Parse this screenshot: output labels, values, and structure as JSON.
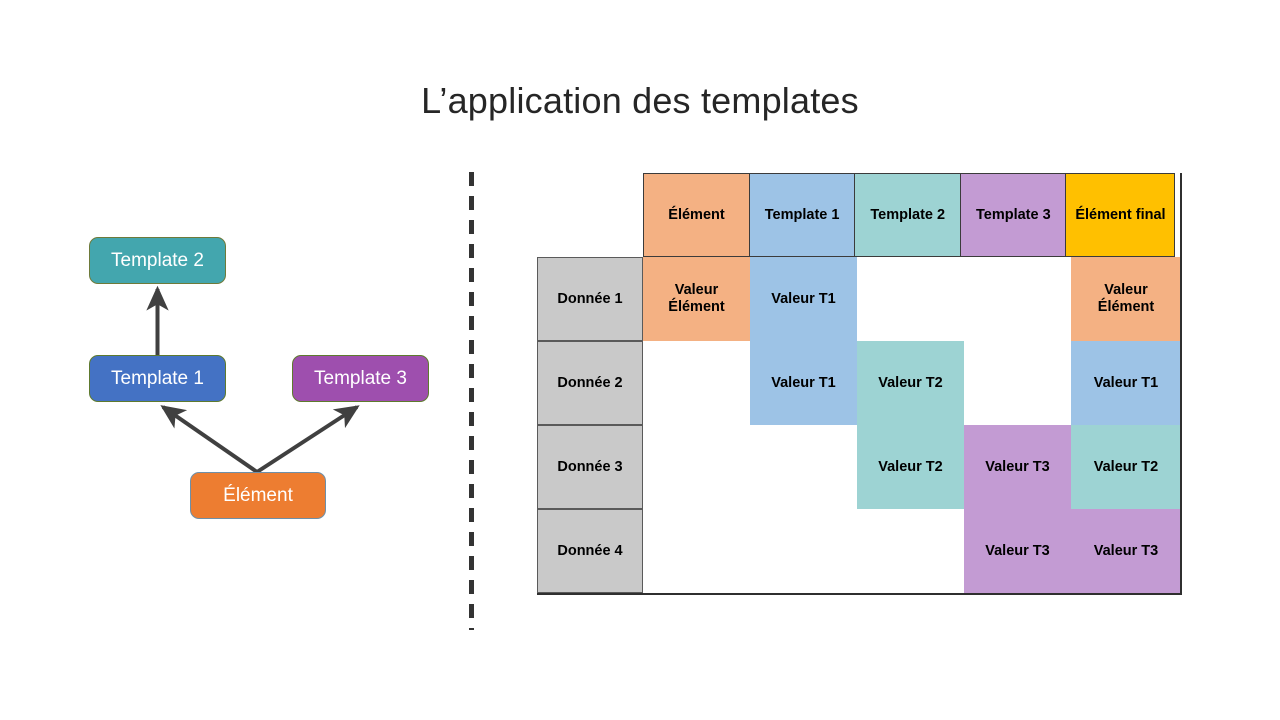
{
  "slide": {
    "title": "L’application des templates"
  },
  "diagram": {
    "name": "template-inheritance-diagram",
    "nodes": [
      {
        "id": "template-2",
        "label": "Template 2",
        "color": "#43A6AE"
      },
      {
        "id": "template-1",
        "label": "Template 1",
        "color": "#4472C4"
      },
      {
        "id": "template-3",
        "label": "Template 3",
        "color": "#9E4FAE"
      },
      {
        "id": "element",
        "label": "Élément",
        "color": "#ED7D31"
      }
    ],
    "edges": [
      {
        "from": "template-1",
        "to": "template-2"
      },
      {
        "from": "element",
        "to": "template-1"
      },
      {
        "from": "element",
        "to": "template-3"
      }
    ],
    "edge_color": "#404040"
  },
  "divider": {
    "style": "dashed-vertical",
    "color": "#333333"
  },
  "matrix": {
    "corner_label": "",
    "columns": [
      {
        "key": "element",
        "label": "Élément",
        "header_color": "#F4B183",
        "cell_color": "#F4B183"
      },
      {
        "key": "t1",
        "label": "Template 1",
        "header_color": "#9DC3E6",
        "cell_color": "#9DC3E6"
      },
      {
        "key": "t2",
        "label": "Template 2",
        "header_color": "#9DD3D3",
        "cell_color": "#9DD3D3"
      },
      {
        "key": "t3",
        "label": "Template 3",
        "header_color": "#C39BD3",
        "cell_color": "#C39BD3"
      },
      {
        "key": "final",
        "label": "Élément final",
        "header_color": "#FFC000",
        "cell_color": ""
      }
    ],
    "rows": [
      {
        "label": "Donnée 1",
        "cells": [
          {
            "col": "element",
            "text": "Valeur Élément",
            "fill": "#F4B183"
          },
          {
            "col": "t1",
            "text": "Valeur T1",
            "fill": "#9DC3E6"
          },
          {
            "col": "t2",
            "text": "",
            "fill": ""
          },
          {
            "col": "t3",
            "text": "",
            "fill": ""
          },
          {
            "col": "final",
            "text": "Valeur Élément",
            "fill": "#F4B183"
          }
        ]
      },
      {
        "label": "Donnée 2",
        "cells": [
          {
            "col": "element",
            "text": "",
            "fill": ""
          },
          {
            "col": "t1",
            "text": "Valeur T1",
            "fill": "#9DC3E6"
          },
          {
            "col": "t2",
            "text": "Valeur T2",
            "fill": "#9DD3D3"
          },
          {
            "col": "t3",
            "text": "",
            "fill": ""
          },
          {
            "col": "final",
            "text": "Valeur T1",
            "fill": "#9DC3E6"
          }
        ]
      },
      {
        "label": "Donnée 3",
        "cells": [
          {
            "col": "element",
            "text": "",
            "fill": ""
          },
          {
            "col": "t1",
            "text": "",
            "fill": ""
          },
          {
            "col": "t2",
            "text": "Valeur T2",
            "fill": "#9DD3D3"
          },
          {
            "col": "t3",
            "text": "Valeur T3",
            "fill": "#C39BD3"
          },
          {
            "col": "final",
            "text": "Valeur T2",
            "fill": "#9DD3D3"
          }
        ]
      },
      {
        "label": "Donnée 4",
        "cells": [
          {
            "col": "element",
            "text": "",
            "fill": ""
          },
          {
            "col": "t1",
            "text": "",
            "fill": ""
          },
          {
            "col": "t2",
            "text": "",
            "fill": ""
          },
          {
            "col": "t3",
            "text": "Valeur T3",
            "fill": "#C39BD3"
          },
          {
            "col": "final",
            "text": "Valeur T3",
            "fill": "#C39BD3"
          }
        ]
      }
    ],
    "row_label_color": "#C9C9C9",
    "border_color": "#3B3B3B"
  }
}
